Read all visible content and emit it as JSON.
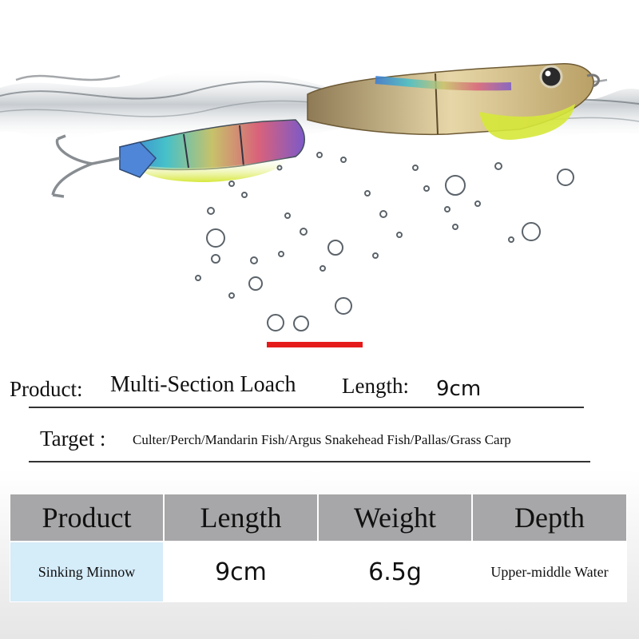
{
  "hero": {
    "image_icons": [
      "water-splash",
      "fishing-lure",
      "treble-hook",
      "air-bubbles"
    ]
  },
  "spec": {
    "product_label": "Product:",
    "product_value": "Multi-Section Loach",
    "length_label": "Length:",
    "length_value": "9cm",
    "target_label": "Target :",
    "target_value": "Culter/Perch/Mandarin Fish/Argus Snakehead Fish/Pallas/Grass Carp"
  },
  "table": {
    "headers": [
      "Product",
      "Length",
      "Weight",
      "Depth"
    ],
    "values": [
      "Sinking Minnow",
      "9cm",
      "6.5g",
      "Upper-middle Water"
    ]
  },
  "colors": {
    "accent_red": "#e51b1b",
    "header_gray": "#a7a7a9",
    "cell_blue": "#d5ecf9"
  }
}
